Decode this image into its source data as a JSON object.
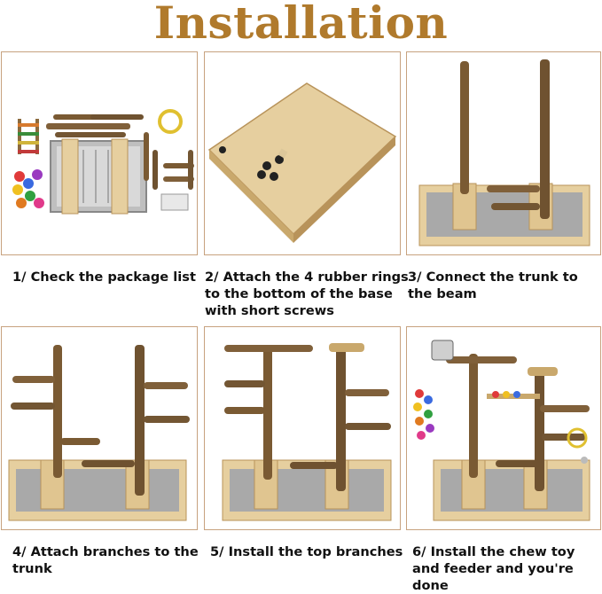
{
  "title": "Installation",
  "steps": [
    {
      "caption": "1/ Check the package list"
    },
    {
      "caption": "2/ Attach the 4 rubber rings to the bottom of the base with short screws"
    },
    {
      "caption": "3/ Connect the trunk to the beam"
    },
    {
      "caption": "4/ Attach branches to the trunk"
    },
    {
      "caption": "5/ Install the top branches"
    },
    {
      "caption": "6/ Install the chew toy and feeder and you're done"
    }
  ],
  "colors": {
    "title": "#b07a2c",
    "panel_border": "#c7a27f",
    "wood_light": "#e6cf9f",
    "branch": "#7a5a33",
    "tray": "#9a9a9a"
  }
}
